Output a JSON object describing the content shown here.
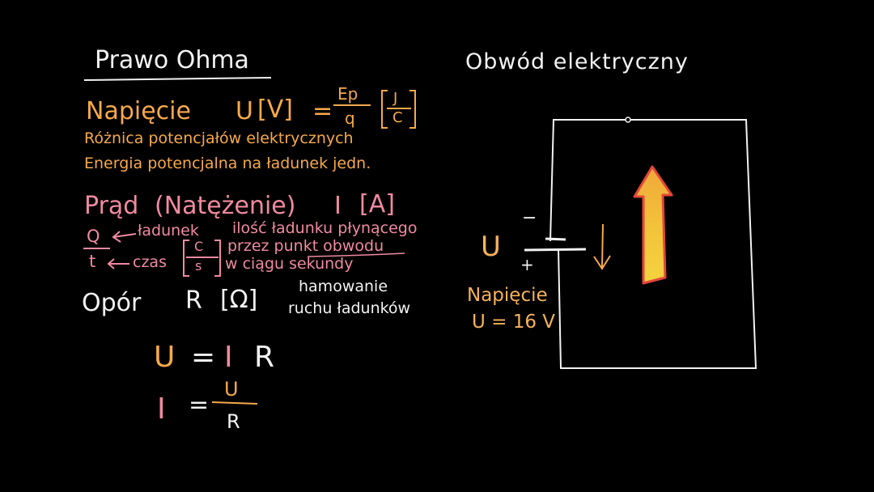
{
  "title": "Prawo Ohma",
  "circuit_title": "Obwód elektryczny",
  "voltage": {
    "label": "Napięcie",
    "symbol": "U",
    "unit": "V",
    "eq": "=",
    "frac_num": "Ep",
    "frac_den": "q",
    "unit_num": "J",
    "unit_den": "C",
    "desc1": "Różnica potencjałów elektrycznych",
    "desc2": "Energia potencjalna na ładunek jedn."
  },
  "current": {
    "label": "Prąd",
    "label2": "(Natężenie)",
    "symbol": "I",
    "unit": "A",
    "q": "Q",
    "t": "t",
    "q_label": "ładunek",
    "t_label": "czas",
    "unit_num": "C",
    "unit_den": "s",
    "desc1": "ilość ładunku płynącego",
    "desc2": "przez punkt obwodu",
    "desc3": "w ciągu sekundy"
  },
  "resistance": {
    "label": "Opór",
    "symbol": "R",
    "unit": "Ω",
    "desc1": "hamowanie",
    "desc2": "ruchu ładunków"
  },
  "formula1": {
    "lhs": "U",
    "eq": "=",
    "rhs1": "I",
    "rhs2": "R"
  },
  "formula2": {
    "lhs": "I",
    "eq": "=",
    "num": "U",
    "den": "R"
  },
  "battery": {
    "minus": "−",
    "plus": "+",
    "symbol": "U",
    "label": "Napięcie",
    "value": "U = 16 V"
  }
}
